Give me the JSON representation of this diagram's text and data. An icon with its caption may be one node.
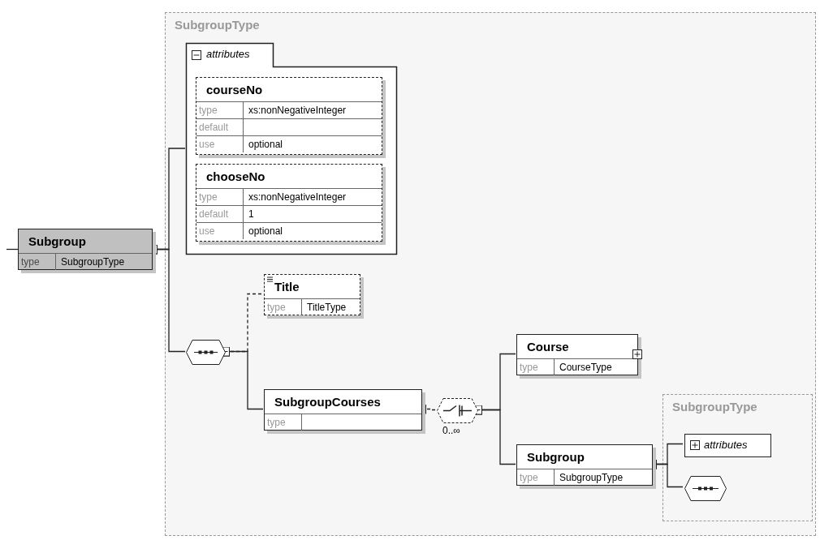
{
  "diagram": {
    "nodes": [
      {
        "text": [
          "SubgroupType"
        ]
      },
      {
        "text": [
          "Subgroup",
          "type",
          "SubgroupType"
        ]
      },
      {
        "text": [
          "attributes"
        ],
        "in": 0
      },
      {
        "text": [
          "courseNo",
          "type",
          "xs:nonNegativeInteger",
          "default",
          "use",
          "optional"
        ],
        "in": 2
      },
      {
        "text": [
          "chooseNo",
          "type",
          "xs:nonNegativeInteger",
          "default",
          "1",
          "use",
          "optional"
        ],
        "in": 2
      },
      {
        "text": [],
        "shape": "octagon",
        "in": 0
      },
      {
        "text": [
          "Title",
          "type",
          "TitleType"
        ],
        "in": 0
      },
      {
        "text": [
          "SubgroupCourses",
          "type"
        ],
        "in": 0
      },
      {
        "text": [],
        "shape": "octagon",
        "in": 0,
        "beside": [
          "0..∞"
        ]
      },
      {
        "text": [
          "Course",
          "type",
          "CourseType"
        ],
        "in": 0
      },
      {
        "text": [
          "Subgroup",
          "type",
          "SubgroupType"
        ],
        "in": 0
      },
      {
        "text": [
          "SubgroupType"
        ],
        "in": 0
      },
      {
        "text": [
          "attributes"
        ],
        "in": 11
      },
      {
        "text": [],
        "shape": "octagon",
        "in": 11
      }
    ],
    "edges": [
      {
        "from": null,
        "to": 1,
        "arrow": "none"
      },
      {
        "from": 1,
        "to": 2,
        "arrow": "other"
      },
      {
        "from": 1,
        "to": 5,
        "arrow": "other"
      },
      {
        "from": 5,
        "to": 6,
        "arrow": "other",
        "style": "dashed"
      },
      {
        "from": 5,
        "to": 7,
        "arrow": "other"
      },
      {
        "from": 7,
        "to": 8,
        "arrow": "other",
        "style": "dashed"
      },
      {
        "from": 8,
        "to": 9,
        "arrow": "other"
      },
      {
        "from": 8,
        "to": 10,
        "arrow": "other"
      },
      {
        "from": 10,
        "to": 12,
        "arrow": "other"
      },
      {
        "from": 10,
        "to": 13,
        "arrow": "other"
      }
    ]
  }
}
